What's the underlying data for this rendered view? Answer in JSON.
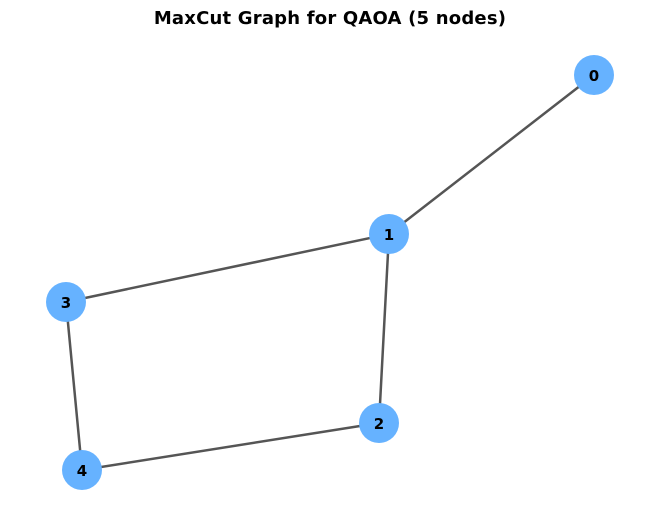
{
  "title": "MaxCut Graph for QAOA (5 nodes)",
  "colors": {
    "node_fill": "#66b2ff",
    "edge_stroke": "#555555",
    "label": "#000000",
    "background": "#ffffff"
  },
  "nodes": [
    {
      "id": "0",
      "label": "0"
    },
    {
      "id": "1",
      "label": "1"
    },
    {
      "id": "2",
      "label": "2"
    },
    {
      "id": "3",
      "label": "3"
    },
    {
      "id": "4",
      "label": "4"
    }
  ],
  "edges": [
    {
      "source": "0",
      "target": "1"
    },
    {
      "source": "1",
      "target": "3"
    },
    {
      "source": "1",
      "target": "2"
    },
    {
      "source": "3",
      "target": "4"
    },
    {
      "source": "4",
      "target": "2"
    }
  ]
}
